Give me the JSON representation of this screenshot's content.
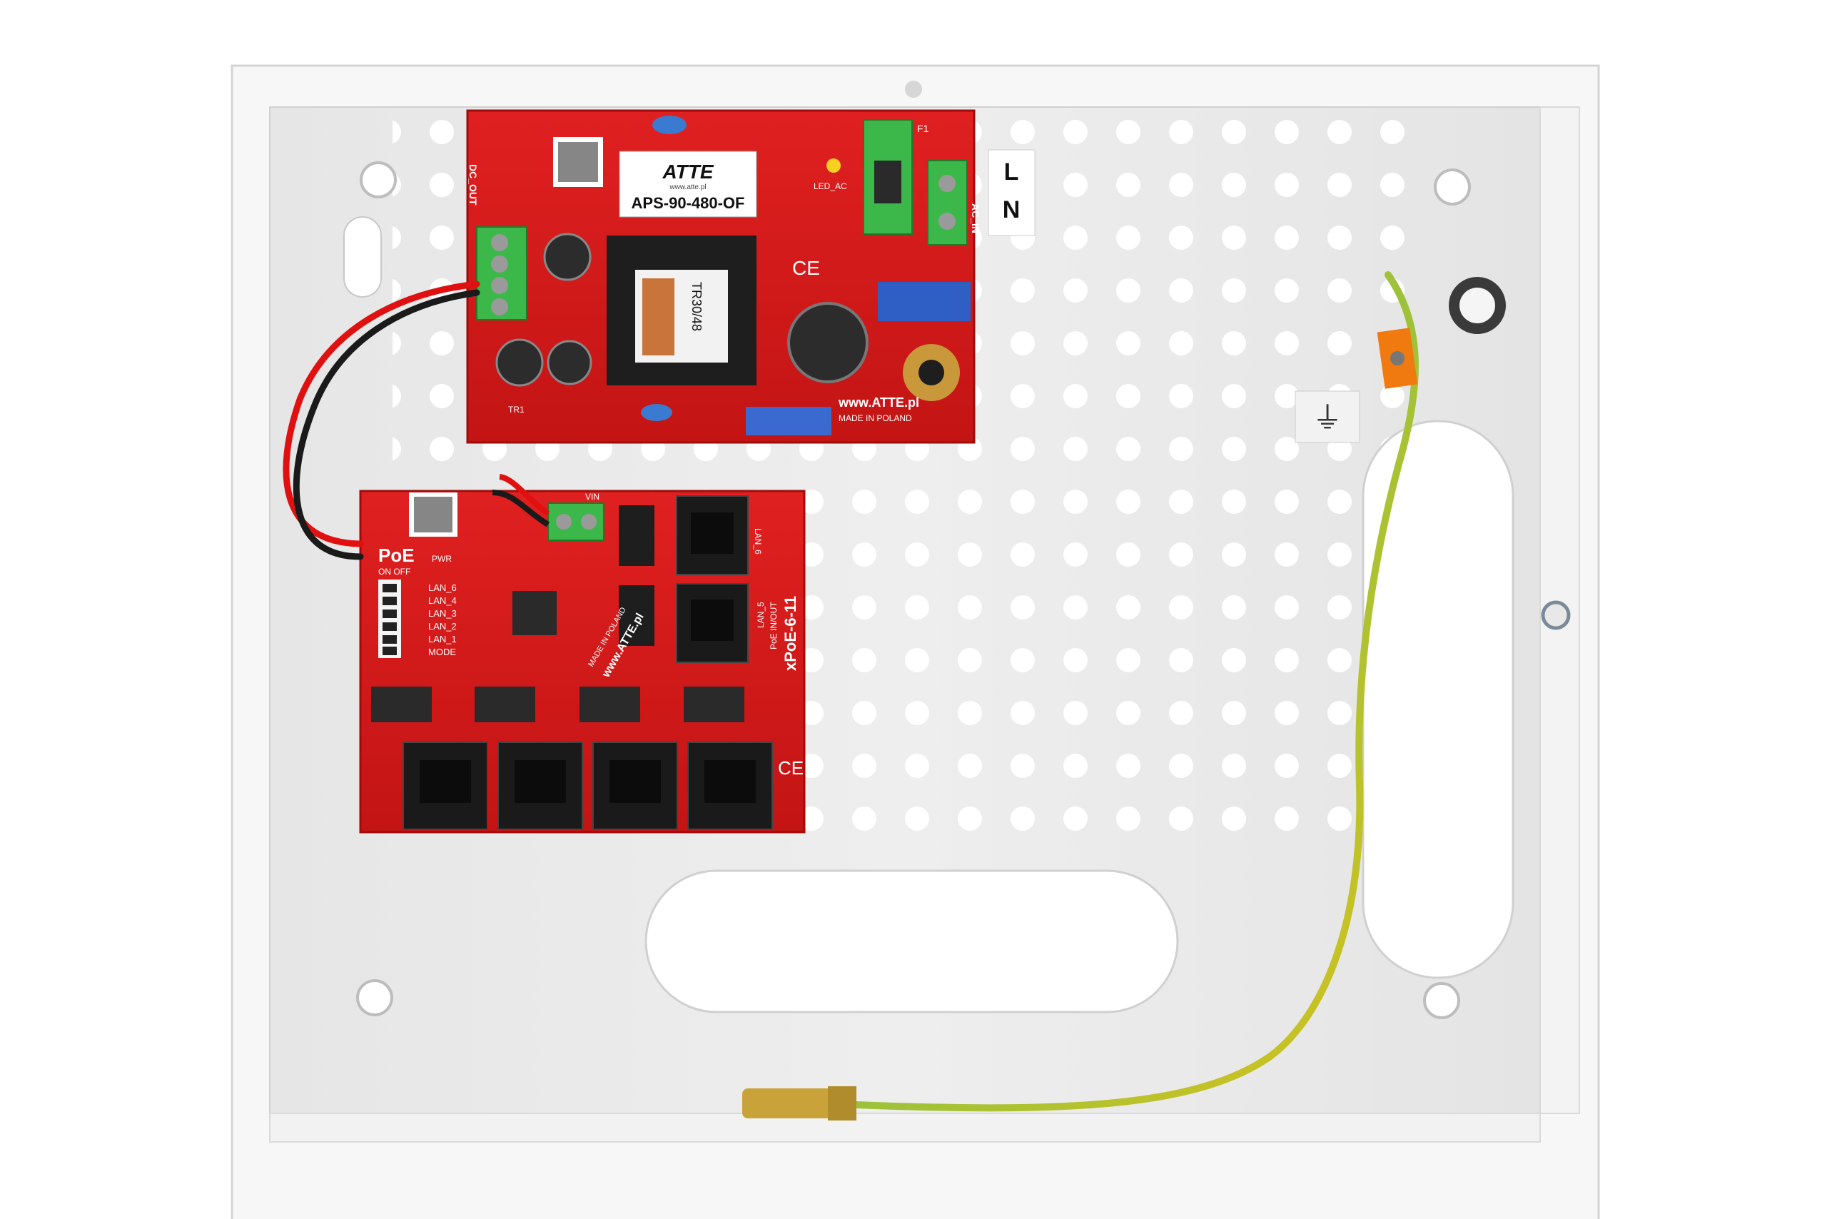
{
  "colors": {
    "background": "#ffffff",
    "enclosure": "#ebebeb",
    "enclosure_edge": "#d6d6d6",
    "pcb_red": "#d41818",
    "pcb_dark": "#a80e0e",
    "terminal_green": "#3cb84a",
    "wire_red": "#e01010",
    "wire_black": "#1a1a1a",
    "ground_wire_yellow": "#d9c21a",
    "ground_wire_green": "#7ab83a",
    "clamp_orange": "#f07a10",
    "lug_brass": "#c9a23a"
  },
  "psu_board": {
    "brand": "ATTE",
    "website_small": "www.atte.pl",
    "model": "APS-90-480-OF",
    "transformer_label": "TR30/48",
    "website": "www.ATTE.pl",
    "origin": "MADE IN POLAND",
    "label_dc_out": "DC_OUT",
    "label_ac_in": "AC_IN",
    "label_led_ac": "LED_AC",
    "label_fuse": "F1",
    "label_tr1": "TR1",
    "ce_mark": "CE"
  },
  "mains_labels": {
    "line": "L",
    "neutral": "N"
  },
  "poe_board": {
    "title": "PoE",
    "switch_header": "ON OFF",
    "dip_labels": [
      "LAN_6",
      "LAN_4",
      "LAN_3",
      "LAN_2",
      "LAN_1",
      "MODE"
    ],
    "pwr_label": "PWR",
    "model": "xPoE-6-11",
    "website": "www.ATTE.pl",
    "origin": "MADE IN POLAND",
    "port_label_top": "LAN_6",
    "port_label_side": "LAN_5",
    "port_mode": "PoE IN/OUT",
    "vin_label": "VIN",
    "ce_mark": "CE"
  },
  "ground_symbol": "⏚"
}
